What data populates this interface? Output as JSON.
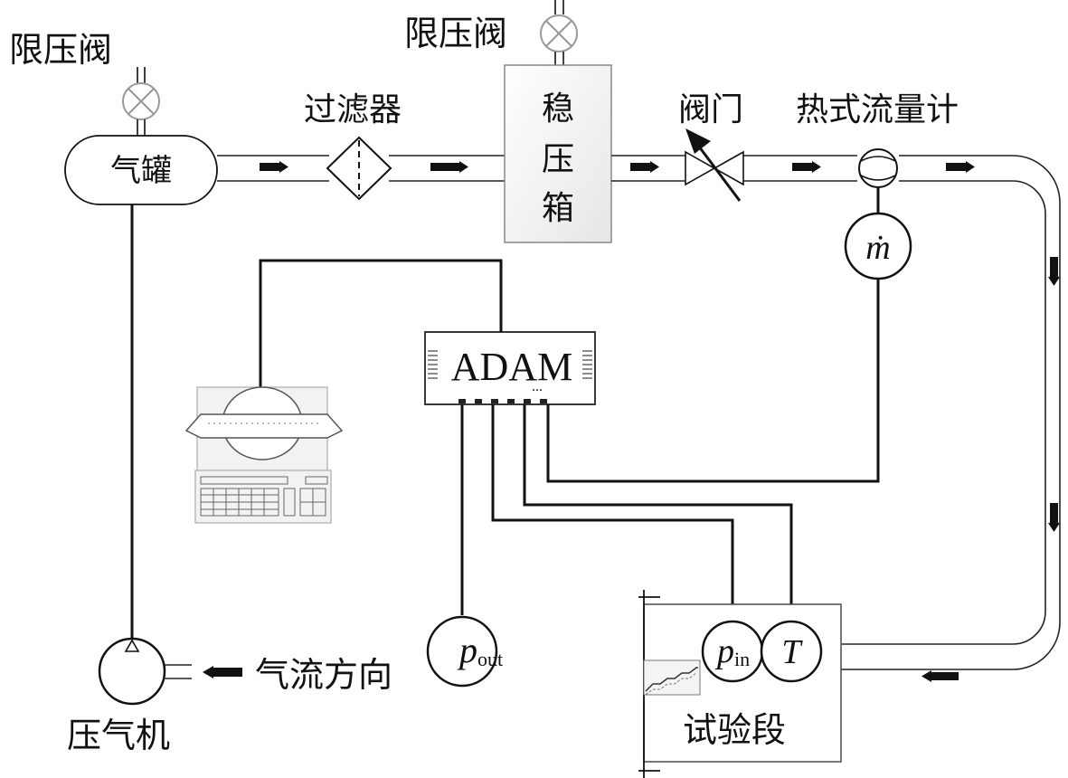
{
  "labels": {
    "relief_valve_left": "限压阀",
    "relief_valve_top": "限压阀",
    "tank": "气罐",
    "filter": "过滤器",
    "stabilizer": [
      "稳",
      "压",
      "箱"
    ],
    "valve": "阀门",
    "flowmeter": "热式流量计",
    "mass_flow_symbol": "ṁ",
    "daq": "ADAM",
    "daq_ports": "...",
    "p_out": {
      "base": "p",
      "sub": "out"
    },
    "p_in": {
      "base": "p",
      "sub": "in"
    },
    "temperature": "T",
    "compressor": "压气机",
    "airflow_direction": "气流方向",
    "test_section": "试验段"
  }
}
